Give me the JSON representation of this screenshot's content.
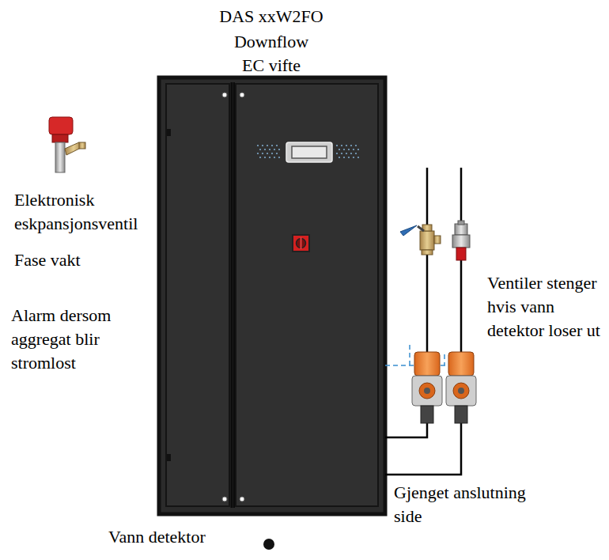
{
  "diagram": {
    "labels": [
      "DAS xxW2FO",
      "Downflow",
      "EC vifte",
      "Elektronisk eskpansjonsventil",
      "Fase vakt",
      "Alarm dersom aggregat blir stromlost",
      "Ventiler stenger hvis vann detektor loser ut",
      "Gjenget anslutning side",
      "Vann detektor"
    ]
  }
}
